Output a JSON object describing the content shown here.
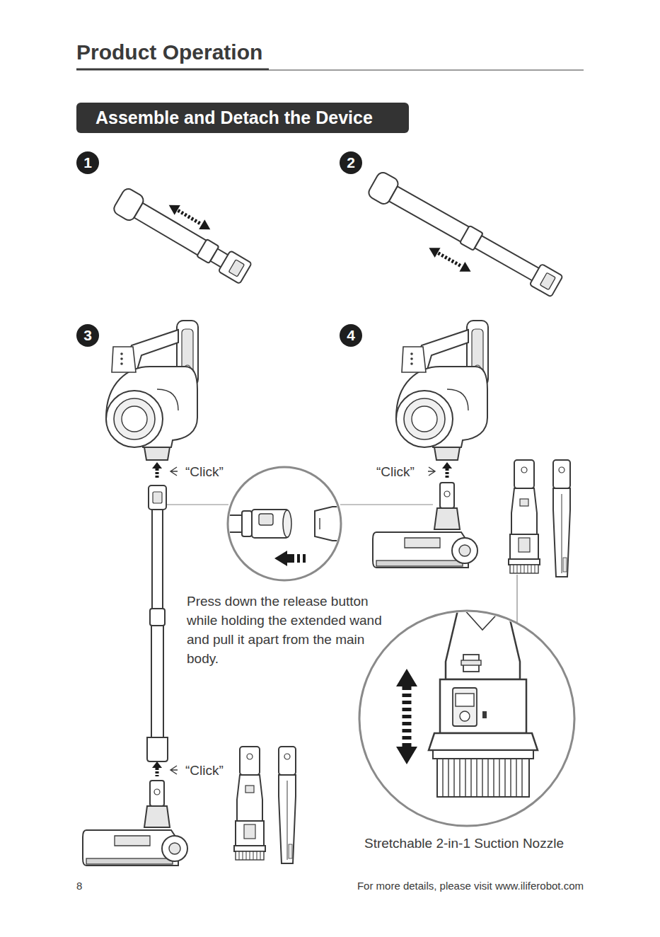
{
  "diagram": {
    "title": "Product Operation",
    "nodes": [
      {
        "text": [
          "Assemble and Detach the Device"
        ]
      },
      {
        "text": [
          "1"
        ]
      },
      {
        "text": [
          "2"
        ]
      },
      {
        "text": [
          "3"
        ]
      },
      {
        "text": [
          "4"
        ]
      }
    ],
    "labels": [
      "“Click”",
      "“Click”",
      "Press down the release button while holding the extended wand and pull it apart from the main body.",
      "“Click”",
      "Stretchable 2-in-1 Suction Nozzle",
      "8",
      "For more details, please visit www.iliferobot.com"
    ]
  }
}
